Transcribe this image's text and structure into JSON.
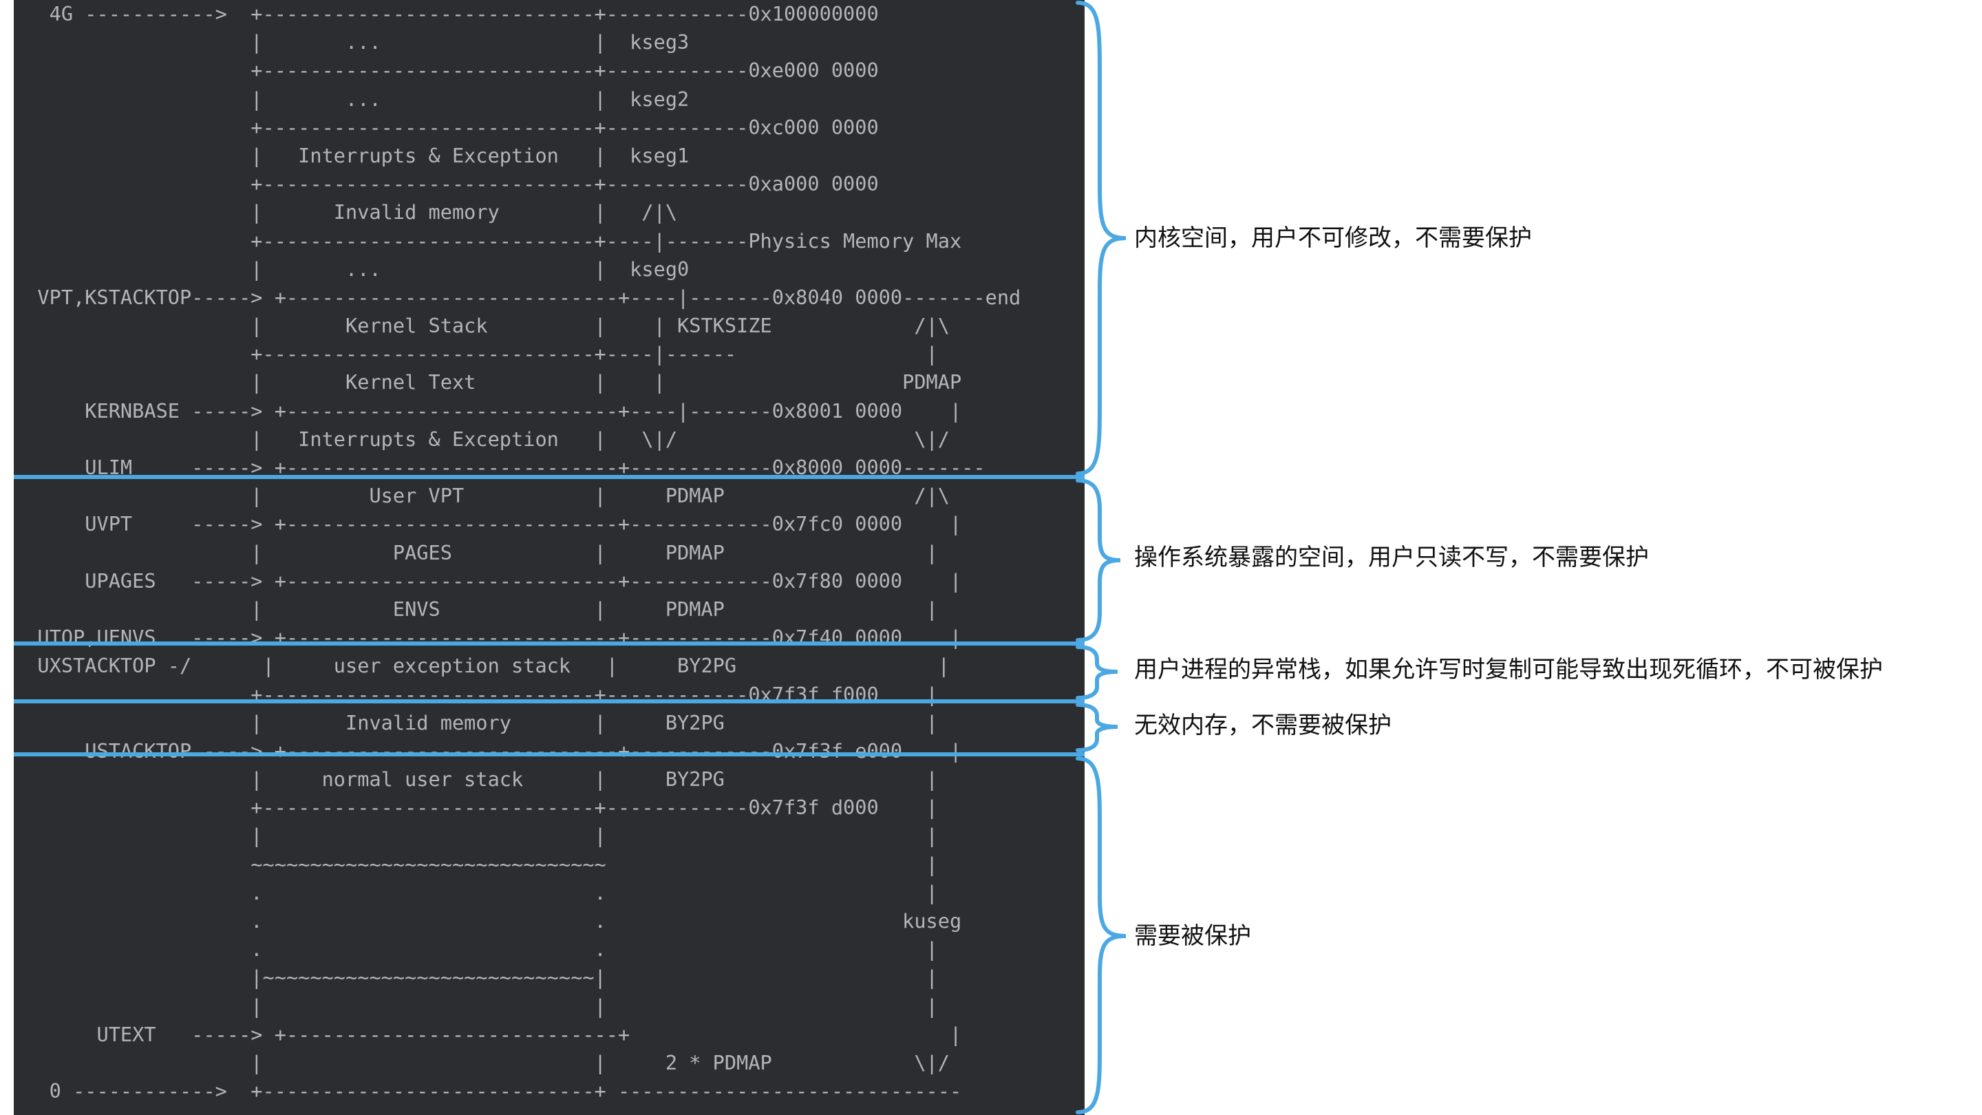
{
  "colors": {
    "terminal_background": "#2c2d31",
    "terminal_text": "#b2b5ba",
    "divider_line": "#4ba8e2",
    "annotation_text": "#111111",
    "page_background": "#ffffff"
  },
  "memory_map_lines": [
    "   4G ----------->  +----------------------------+------------0x100000000",
    "                    |       ...                  |  kseg3",
    "                    +----------------------------+------------0xe000 0000",
    "                    |       ...                  |  kseg2",
    "                    +----------------------------+------------0xc000 0000",
    "                    |   Interrupts & Exception   |  kseg1",
    "                    +----------------------------+------------0xa000 0000",
    "                    |      Invalid memory        |   /|\\",
    "                    +----------------------------+----|-------Physics Memory Max",
    "                    |       ...                  |  kseg0",
    "  VPT,KSTACKTOP-----> +----------------------------+----|-------0x8040 0000-------end",
    "                    |       Kernel Stack         |    | KSTKSIZE            /|\\",
    "                    +----------------------------+----|------                |",
    "                    |       Kernel Text          |    |                    PDMAP",
    "      KERNBASE -----> +----------------------------+----|-------0x8001 0000    |",
    "                    |   Interrupts & Exception   |   \\|/                    \\|/",
    "      ULIM     -----> +----------------------------+------------0x8000 0000-------",
    "                    |         User VPT           |     PDMAP                /|\\",
    "      UVPT     -----> +----------------------------+------------0x7fc0 0000    |",
    "                    |           PAGES            |     PDMAP                 |",
    "      UPAGES   -----> +----------------------------+------------0x7f80 0000    |",
    "                    |           ENVS             |     PDMAP                 |",
    "  UTOP,UENVS   -----> +----------------------------+------------0x7f40 0000    |",
    "  UXSTACKTOP -/      |     user exception stack   |     BY2PG                 |",
    "                    +----------------------------+------------0x7f3f f000    |",
    "                    |       Invalid memory       |     BY2PG                 |",
    "      USTACKTOP ----> +----------------------------+------------0x7f3f e000    |",
    "                    |     normal user stack      |     BY2PG                 |",
    "                    +----------------------------+------------0x7f3f d000    |",
    "                    |                            |                           |",
    "                    ~~~~~~~~~~~~~~~~~~~~~~~~~~~~~~                           |",
    "                    .                            .                           |",
    "                    .                            .                         kuseg",
    "                    .                            .                           |",
    "                    |~~~~~~~~~~~~~~~~~~~~~~~~~~~~|                           |",
    "                    |                            |                           |",
    "       UTEXT   -----> +----------------------------+                           |",
    "                    |                            |     2 * PDMAP            \\|/",
    "   0 ------------>  +----------------------------+ -----------------------------"
  ],
  "annotations": [
    "内核空间，用户不可修改，不需要保护",
    "操作系统暴露的空间，用户只读不写，不需要保护",
    "用户进程的异常栈，如果允许写时复制可能导致出现死循环，不可被保护",
    "无效内存，不需要被保护",
    "需要被保护"
  ]
}
